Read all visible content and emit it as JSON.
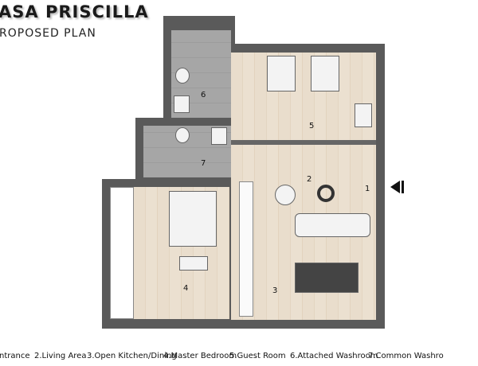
{
  "header": {
    "title": "ASA PRISCILLA",
    "subtitle": "ROPOSED PLAN"
  },
  "rooms": [
    {
      "number": "1"
    },
    {
      "number": "2"
    },
    {
      "number": "3"
    },
    {
      "number": "4"
    },
    {
      "number": "5"
    },
    {
      "number": "6"
    },
    {
      "number": "7"
    }
  ],
  "legend": [
    "ntrance",
    "2.Living Area",
    "3.Open Kitchen/Dining",
    "4.Master Bedroom",
    "5.Guest Room",
    "6.Attached Washroom",
    "7.Common Washro"
  ],
  "colors": {
    "wall": "#5a5a5a",
    "wood_floor": "#e9ddcc",
    "tile_floor": "#cccccc"
  }
}
